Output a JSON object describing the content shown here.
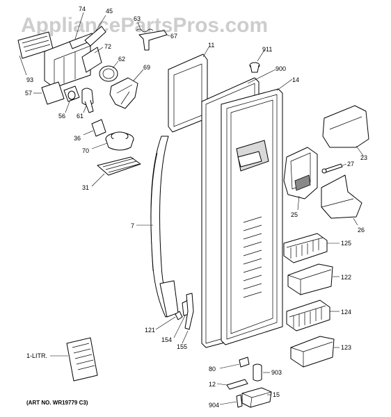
{
  "watermark": "AppliancePartsPros.com",
  "art_number": "(ART NO. WR19779 C3)",
  "callouts": {
    "p74": "74",
    "p45": "45",
    "p63": "63",
    "p67": "67",
    "p72": "72",
    "p62": "62",
    "p93": "93",
    "p69": "69",
    "p57": "57",
    "p56": "56",
    "p61": "61",
    "p36": "36",
    "p70": "70",
    "p31": "31",
    "p7": "7",
    "p11": "11",
    "p911": "911",
    "p900": "900",
    "p14": "14",
    "p23": "23",
    "p27": "27",
    "p25": "25",
    "p26": "26",
    "p125": "125",
    "p122": "122",
    "p124": "124",
    "p123": "123",
    "p121": "121",
    "p154": "154",
    "p155": "155",
    "p80": "80",
    "p903": "903",
    "p12": "12",
    "p15": "15",
    "p904": "904",
    "litr": "1-LITR."
  }
}
